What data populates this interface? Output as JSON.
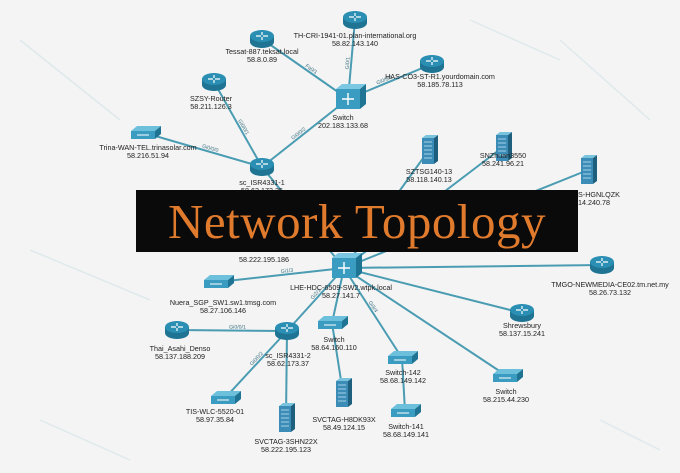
{
  "banner": {
    "title": "Network Topology",
    "bg_color": "#0a0a0a",
    "text_color": "#e07a2c"
  },
  "colors": {
    "link": "#4a9cb2",
    "router": "#2a8fb2",
    "switch": "#3a9cc0",
    "server": "#3b8db8"
  },
  "devices": [
    {
      "id": "th-cri",
      "type": "router",
      "name": "TH-CRI-1941-01.plan-international.org",
      "ip": "58.82.143.140"
    },
    {
      "id": "tessat",
      "type": "router",
      "name": "Tessat-887.teksat.local",
      "ip": "58.8.0.89"
    },
    {
      "id": "has-co3",
      "type": "router",
      "name": "HAS-CO3-ST-R1.yourdomain.com",
      "ip": "58.185.78.113"
    },
    {
      "id": "szsy",
      "type": "router",
      "name": "SZSY-Router",
      "ip": "58.211.126.3"
    },
    {
      "id": "switch-top",
      "type": "hub",
      "name": "Switch",
      "ip": "202.183.133.68"
    },
    {
      "id": "trina",
      "type": "switch",
      "name": "Trina-WAN-TEL.trinasolar.com",
      "ip": "58.216.51.94"
    },
    {
      "id": "sc-isr-1",
      "type": "router",
      "name": "sc_ISR4331-1",
      "ip": "58.63.173.35"
    },
    {
      "id": "sztsg",
      "type": "server",
      "name": "SZTSG140-13",
      "ip": "58.118.140.13"
    },
    {
      "id": "snzhuan",
      "type": "server",
      "name": "SNZhuan3550",
      "ip": "58.241.96.21"
    },
    {
      "id": "hgnlq",
      "type": "server",
      "name": "S-HGNLQZK",
      "ip": "14.240.78"
    },
    {
      "id": "addr-186",
      "type": "none",
      "name": "",
      "ip": "58.222.195.186"
    },
    {
      "id": "tmgo",
      "type": "router",
      "name": "TMGO-NEWMEDIA-CE02.tm.net.my",
      "ip": "58.26.73.132"
    },
    {
      "id": "nuera",
      "type": "switch",
      "name": "Nuera_SGP_SW1.sw1.tmsg.com",
      "ip": "58.27.106.146"
    },
    {
      "id": "lhe-hdc",
      "type": "hub",
      "name": "LHE-HDC-6509-SW2.wtpk.local",
      "ip": "58.27.141.7"
    },
    {
      "id": "shrewsbury",
      "type": "router",
      "name": "Shrewsbury",
      "ip": "58.137.15.241"
    },
    {
      "id": "thai-asahi",
      "type": "router",
      "name": "Thai_Asahi_Denso",
      "ip": "58.137.188.209"
    },
    {
      "id": "sc-isr-2",
      "type": "router",
      "name": "sc_ISR4331-2",
      "ip": "58.62.173.37"
    },
    {
      "id": "switch-mid",
      "type": "switch",
      "name": "Switch",
      "ip": "58.64.160.110"
    },
    {
      "id": "switch-142",
      "type": "switch",
      "name": "Switch-142",
      "ip": "58.68.149.142"
    },
    {
      "id": "switch-br",
      "type": "switch",
      "name": "Switch",
      "ip": "58.215.44.230"
    },
    {
      "id": "tis-wlc",
      "type": "switch",
      "name": "TIS-WLC-5520-01",
      "ip": "58.97.35.84"
    },
    {
      "id": "svctag-h8",
      "type": "server",
      "name": "SVCTAG-H8DK93X",
      "ip": "58.49.124.15"
    },
    {
      "id": "switch-141",
      "type": "switch",
      "name": "Switch-141",
      "ip": "58.68.149.141"
    },
    {
      "id": "svctag-3s",
      "type": "server",
      "name": "SVCTAG-3SHN22X",
      "ip": "58.222.195.123"
    }
  ],
  "links": [
    {
      "from": "tessat",
      "to": "switch-top",
      "label": "Fa0/1"
    },
    {
      "from": "th-cri",
      "to": "switch-top",
      "label": "Gi0/1"
    },
    {
      "from": "has-co3",
      "to": "switch-top",
      "label": "Gi0/0/1"
    },
    {
      "from": "switch-top",
      "to": "sc-isr-1",
      "label": "Gi0/0/2"
    },
    {
      "from": "szsy",
      "to": "sc-isr-1",
      "label": "Gi0/0/1"
    },
    {
      "from": "trina",
      "to": "sc-isr-1",
      "label": "Gi0/0/0"
    },
    {
      "from": "sc-isr-1",
      "to": "lhe-hdc",
      "label": ""
    },
    {
      "from": "sztsg",
      "to": "lhe-hdc",
      "label": ""
    },
    {
      "from": "snzhuan",
      "to": "lhe-hdc",
      "label": ""
    },
    {
      "from": "hgnlq",
      "to": "lhe-hdc",
      "label": ""
    },
    {
      "from": "tmgo",
      "to": "lhe-hdc",
      "label": ""
    },
    {
      "from": "nuera",
      "to": "lhe-hdc",
      "label": "Gi1/3"
    },
    {
      "from": "shrewsbury",
      "to": "lhe-hdc",
      "label": ""
    },
    {
      "from": "sc-isr-2",
      "to": "lhe-hdc",
      "label": "Gi2/1"
    },
    {
      "from": "switch-mid",
      "to": "lhe-hdc",
      "label": ""
    },
    {
      "from": "switch-142",
      "to": "lhe-hdc",
      "label": "Gi3/4"
    },
    {
      "from": "switch-br",
      "to": "lhe-hdc",
      "label": ""
    },
    {
      "from": "thai-asahi",
      "to": "sc-isr-2",
      "label": "Gi0/0/1"
    },
    {
      "from": "tis-wlc",
      "to": "sc-isr-2",
      "label": "Gi0/0/2"
    },
    {
      "from": "svctag-3s",
      "to": "sc-isr-2",
      "label": ""
    },
    {
      "from": "svctag-h8",
      "to": "switch-mid",
      "label": ""
    },
    {
      "from": "switch-141",
      "to": "switch-142",
      "label": ""
    }
  ]
}
